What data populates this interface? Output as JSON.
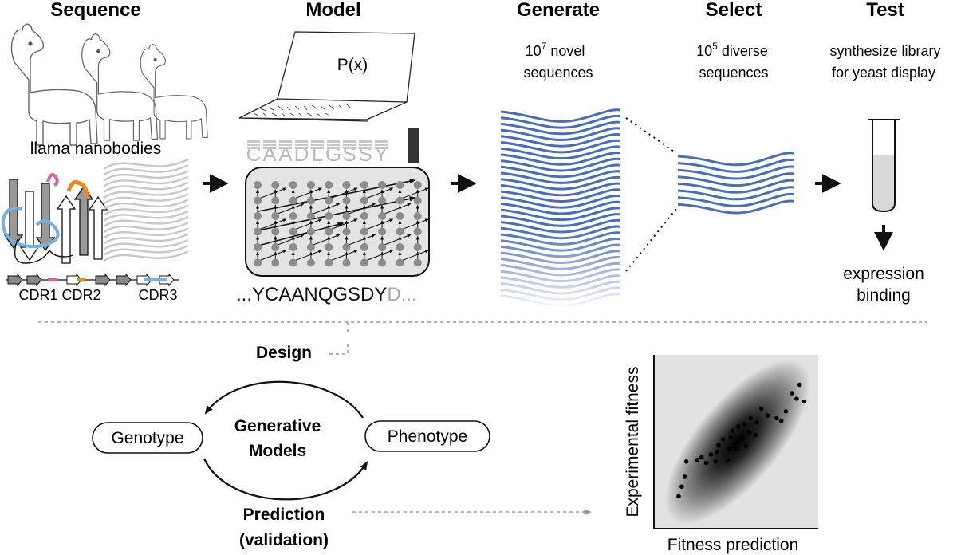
{
  "colors": {
    "blue": "#4a6db3",
    "gray_strand": "#c8c8c8",
    "pink": "#d4629b",
    "orange": "#ee8a1f",
    "light_blue": "#7aaee0",
    "panel_bg": "#e4e4e4",
    "node": "#8c8c8c"
  },
  "headers": {
    "sequence": "Sequence",
    "model": "Model",
    "generate": "Generate",
    "select": "Select",
    "test": "Test"
  },
  "model": {
    "px": "P(x)",
    "sequence_dark": "...YCAANQGSDY",
    "sequence_light": "D...",
    "logo_letters": "CAADLGSSY"
  },
  "sequence_panel": {
    "caption": "llama nanobodies",
    "cdr1": "CDR1",
    "cdr2": "CDR2",
    "cdr3": "CDR3"
  },
  "generate": {
    "count_base": "10",
    "count_exp": "7",
    "line1_rest": " novel",
    "line2": "sequences"
  },
  "select": {
    "count_base": "10",
    "count_exp": "5",
    "line1_rest": " diverse",
    "line2": "sequences"
  },
  "test": {
    "line1": "synthesize library",
    "line2": "for yeast display",
    "result1": "expression",
    "result2": "binding"
  },
  "cycle": {
    "design": "Design",
    "genotype": "Genotype",
    "phenotype": "Phenotype",
    "center1": "Generative",
    "center2": "Models",
    "prediction": "Prediction",
    "validation": "(validation)"
  },
  "chart_data": {
    "type": "scatter",
    "xlabel": "Fitness prediction",
    "ylabel": "Experimental fitness",
    "xlim": [
      0,
      1
    ],
    "ylim": [
      0,
      1
    ],
    "points": [
      [
        0.12,
        0.1
      ],
      [
        0.14,
        0.17
      ],
      [
        0.16,
        0.24
      ],
      [
        0.17,
        0.35
      ],
      [
        0.24,
        0.36
      ],
      [
        0.27,
        0.38
      ],
      [
        0.3,
        0.34
      ],
      [
        0.33,
        0.4
      ],
      [
        0.36,
        0.35
      ],
      [
        0.37,
        0.42
      ],
      [
        0.38,
        0.47
      ],
      [
        0.41,
        0.51
      ],
      [
        0.44,
        0.36
      ],
      [
        0.45,
        0.44
      ],
      [
        0.46,
        0.52
      ],
      [
        0.47,
        0.57
      ],
      [
        0.49,
        0.48
      ],
      [
        0.5,
        0.44
      ],
      [
        0.51,
        0.6
      ],
      [
        0.53,
        0.52
      ],
      [
        0.55,
        0.62
      ],
      [
        0.56,
        0.46
      ],
      [
        0.58,
        0.56
      ],
      [
        0.59,
        0.66
      ],
      [
        0.62,
        0.54
      ],
      [
        0.63,
        0.63
      ],
      [
        0.66,
        0.73
      ],
      [
        0.7,
        0.68
      ],
      [
        0.76,
        0.66
      ],
      [
        0.79,
        0.64
      ],
      [
        0.82,
        0.71
      ],
      [
        0.86,
        0.84
      ],
      [
        0.89,
        0.8
      ],
      [
        0.91,
        0.9
      ],
      [
        0.94,
        0.78
      ]
    ]
  }
}
